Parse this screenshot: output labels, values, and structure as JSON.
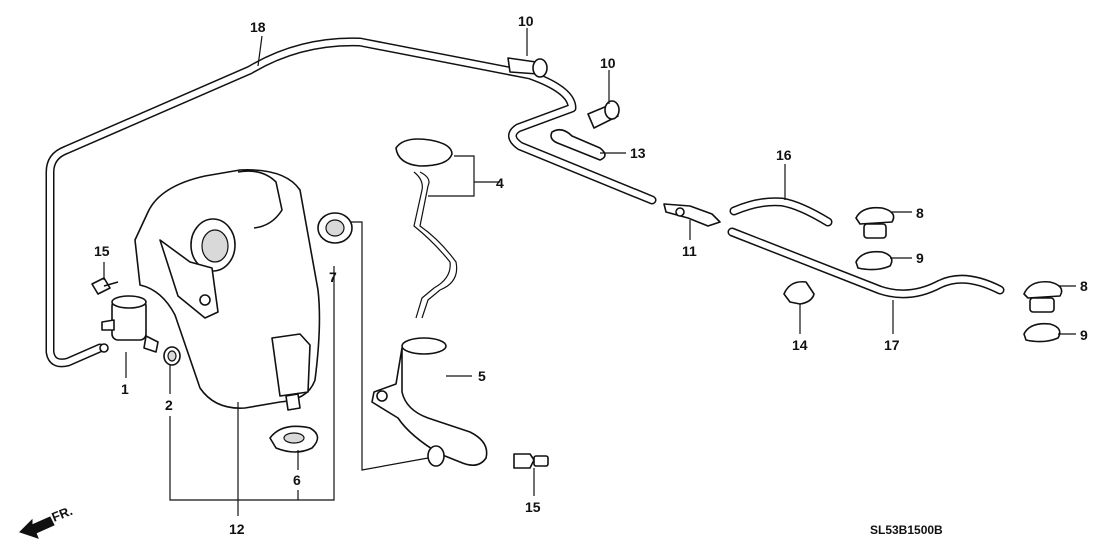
{
  "callouts": {
    "c1": "1",
    "c2": "2",
    "c4": "4",
    "c5": "5",
    "c6": "6",
    "c7": "7",
    "c8a": "8",
    "c8b": "8",
    "c9a": "9",
    "c9b": "9",
    "c10a": "10",
    "c10b": "10",
    "c11": "11",
    "c12": "12",
    "c13": "13",
    "c14": "14",
    "c15a": "15",
    "c15b": "15",
    "c16": "16",
    "c17": "17",
    "c18": "18"
  },
  "direction_label": "FR.",
  "diagram_code": "SL53B1500B"
}
